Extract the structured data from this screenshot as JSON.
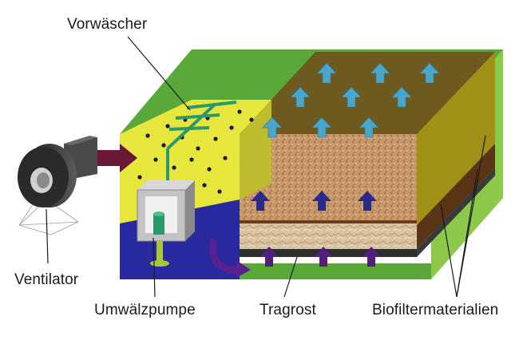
{
  "labels": {
    "prewasher": "Vorwäscher",
    "fan": "Ventilator",
    "pump": "Umwälzpumpe",
    "grate": "Tragrost",
    "filter_materials": "Biofiltermaterialien"
  },
  "colors": {
    "box_green": "#5aa83a",
    "box_green_light": "#8cc84a",
    "prewasher_yellow": "#e6e63c",
    "water_blue": "#2a2aa0",
    "compost": "#c8996a",
    "bark_layer": "#d8c2a0",
    "filter_top": "#6e5a1e",
    "filter_side": "#a09018",
    "soil_band": "#5a3414",
    "arrow_light_blue": "#4aa6c8",
    "arrow_dark_blue": "#2a2a8a",
    "arrow_purple": "#52207a",
    "inlet_arrow": "#6a1838",
    "fan_dark": "#3a3a3a"
  },
  "icons": [
    "fan-icon",
    "pump-icon",
    "spray-nozzle-icon",
    "airflow-arrow-icon"
  ]
}
